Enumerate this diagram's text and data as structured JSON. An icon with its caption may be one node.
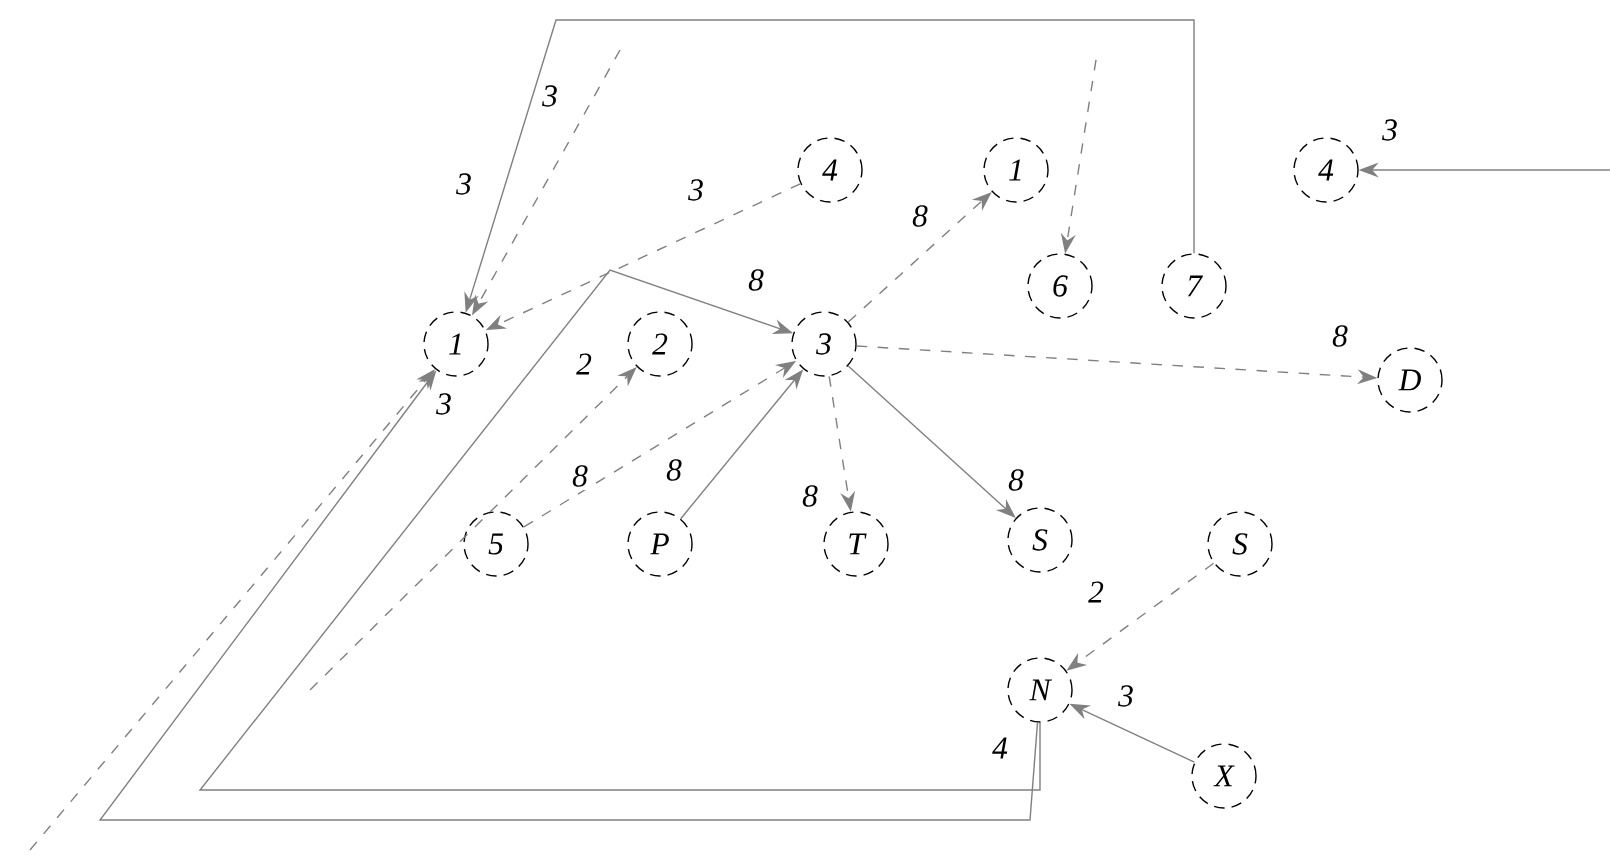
{
  "diagram": {
    "nodes": [
      {
        "text": [
          "1"
        ]
      },
      {
        "text": [
          "2"
        ]
      },
      {
        "text": [
          "3"
        ]
      },
      {
        "text": [
          "4"
        ]
      },
      {
        "text": [
          "1"
        ]
      },
      {
        "text": [
          "6"
        ]
      },
      {
        "text": [
          "7"
        ]
      },
      {
        "text": [
          "4"
        ]
      },
      {
        "text": [
          "D"
        ]
      },
      {
        "text": [
          "5"
        ]
      },
      {
        "text": [
          "P"
        ]
      },
      {
        "text": [
          "T"
        ]
      },
      {
        "text": [
          "S"
        ]
      },
      {
        "text": [
          "S"
        ]
      },
      {
        "text": [
          "N"
        ]
      },
      {
        "text": [
          "X"
        ]
      }
    ],
    "edges": [
      {
        "from": 3,
        "to": 0,
        "arrow": "to",
        "label": "3",
        "style": "dashed"
      },
      {
        "from": 6,
        "to": 0,
        "arrow": "to",
        "label": "3"
      },
      {
        "from": null,
        "to": 0,
        "arrow": "to",
        "label": "3",
        "style": "dashed"
      },
      {
        "from": null,
        "to": 0,
        "arrow": "to",
        "label": "3",
        "style": "dashed"
      },
      {
        "from": 14,
        "to": 0,
        "arrow": "to"
      },
      {
        "from": 14,
        "to": 2,
        "arrow": "to",
        "label": "8"
      },
      {
        "from": null,
        "to": 1,
        "arrow": "to",
        "label": "2",
        "style": "dashed"
      },
      {
        "from": 9,
        "to": 2,
        "arrow": "to",
        "label": "8",
        "style": "dashed"
      },
      {
        "from": 10,
        "to": 2,
        "arrow": "to",
        "label": "8"
      },
      {
        "from": 2,
        "to": 11,
        "arrow": "to",
        "label": "8",
        "style": "dashed"
      },
      {
        "from": 2,
        "to": 12,
        "arrow": "to",
        "label": "8"
      },
      {
        "from": 2,
        "to": 4,
        "arrow": "to",
        "label": "8",
        "style": "dashed"
      },
      {
        "from": 2,
        "to": 8,
        "arrow": "to",
        "label": "8",
        "style": "dashed"
      },
      {
        "from": 13,
        "to": 14,
        "arrow": "to",
        "label": "2",
        "style": "dashed"
      },
      {
        "from": 15,
        "to": 14,
        "arrow": "to",
        "label": "3"
      },
      {
        "from": null,
        "to": 5,
        "arrow": "to",
        "style": "dashed"
      },
      {
        "from": null,
        "to": 7,
        "arrow": "to",
        "label": "3"
      }
    ],
    "labels": [
      "4"
    ]
  }
}
